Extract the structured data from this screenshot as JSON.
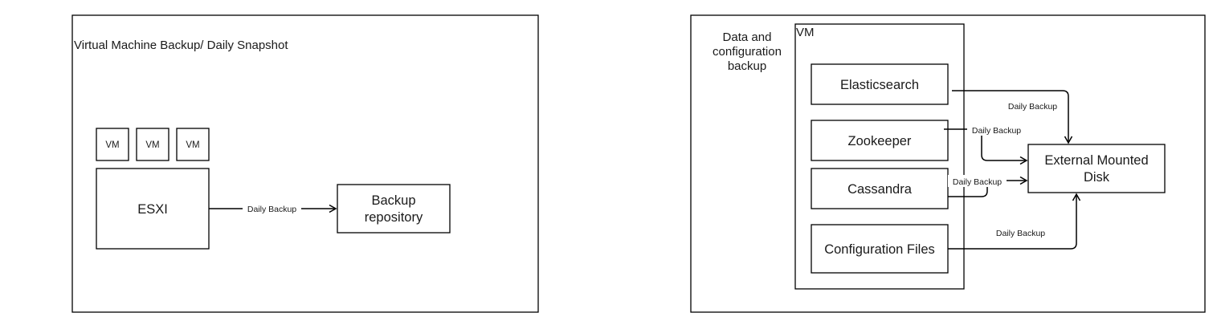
{
  "left_panel": {
    "title": "Virtual Machine Backup/ Daily Snapshot",
    "vms": [
      "VM",
      "VM",
      "VM"
    ],
    "host": "ESXI",
    "target": [
      "Backup",
      "repository"
    ],
    "edge_label": "Daily Backup"
  },
  "right_panel": {
    "caption": [
      "Data and",
      "configuration",
      "backup"
    ],
    "vm_label": "VM",
    "components": [
      "Elasticsearch",
      "Zookeeper",
      "Cassandra",
      "Configuration Files"
    ],
    "disk": [
      "External Mounted",
      "Disk"
    ],
    "edge_labels": [
      "Daily Backup",
      "Daily Backup",
      "Daily Backup",
      "Daily Backup"
    ]
  }
}
